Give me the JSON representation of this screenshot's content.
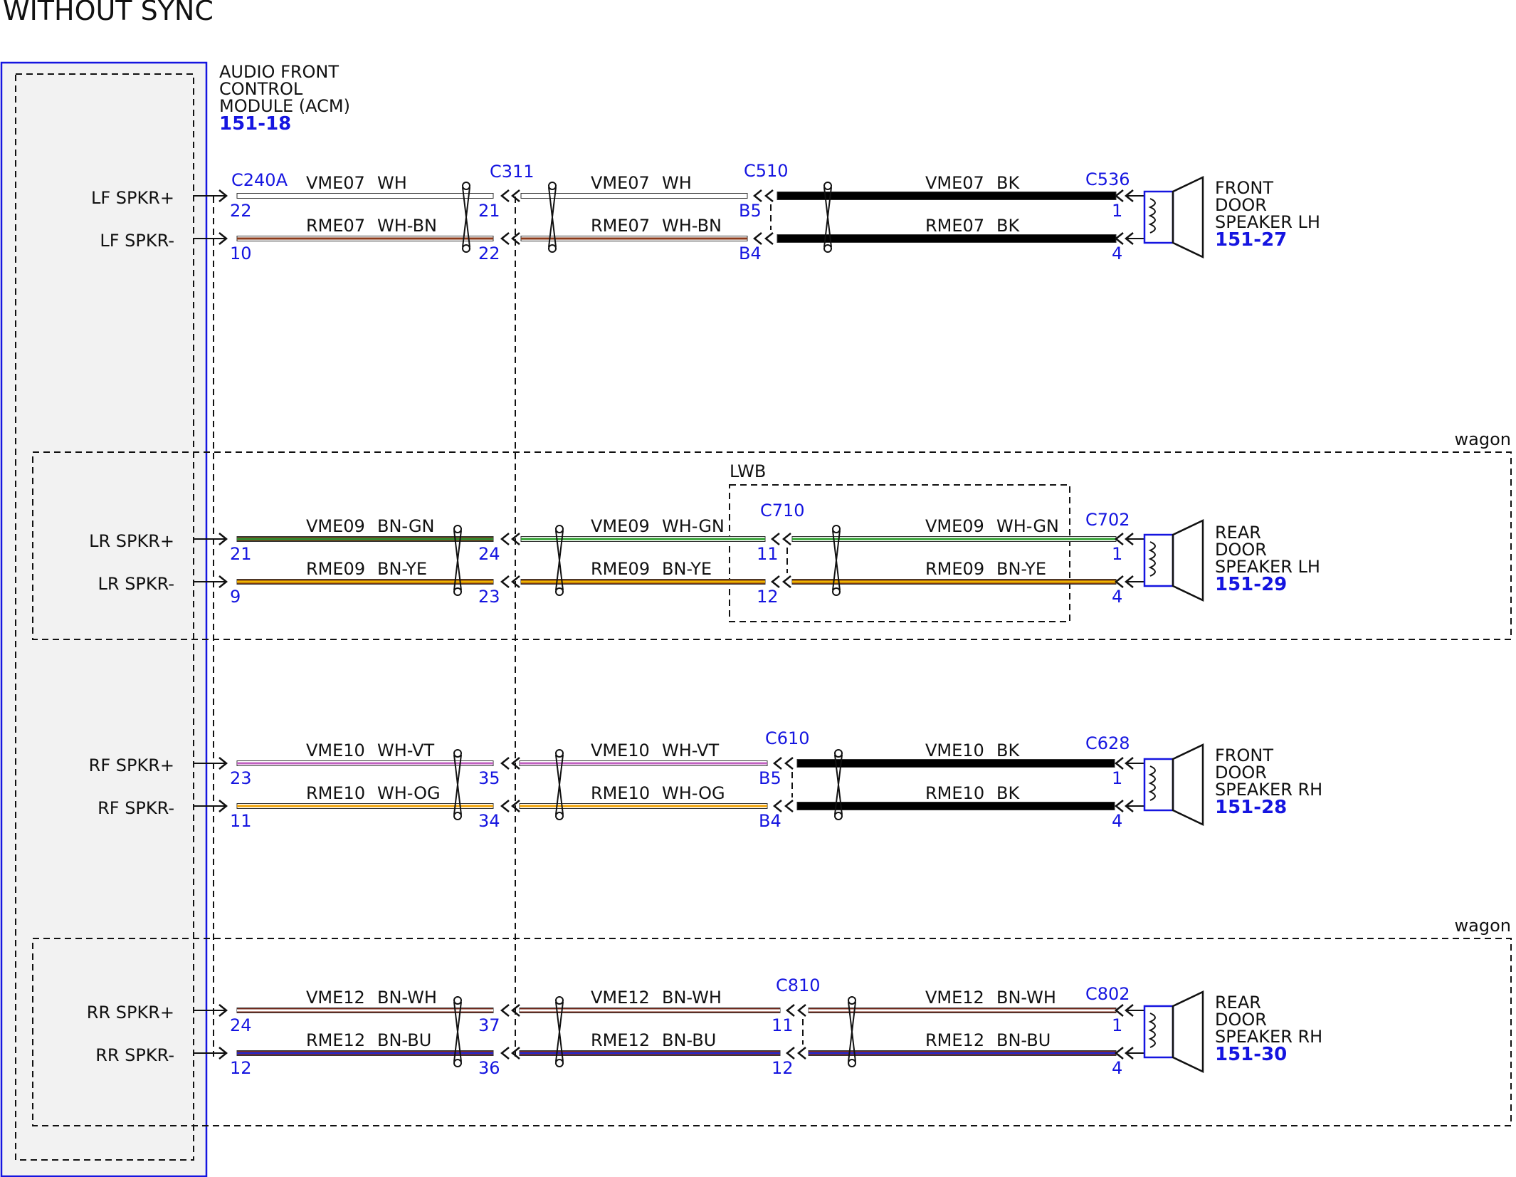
{
  "title": "WITHOUT SYNC",
  "module": {
    "lines": [
      "AUDIO FRONT",
      "CONTROL",
      "MODULE (ACM)"
    ],
    "ref": "151-18",
    "connector": "C240A"
  },
  "regions": [
    {
      "label": "wagon",
      "group": 1
    },
    {
      "label": "LWB",
      "group": 1
    },
    {
      "label": "wagon",
      "group": 3
    }
  ],
  "groups": [
    {
      "connectors": {
        "c311": "C311",
        "mid": "C510",
        "end": "C536"
      },
      "speaker": {
        "lines": [
          "FRONT",
          "DOOR",
          "SPEAKER LH"
        ],
        "ref": "151-27"
      },
      "circuits": [
        {
          "signal": "LF SPKR+",
          "pins": [
            "22",
            "21",
            "B5",
            "1"
          ],
          "seg": [
            {
              "circuit": "VME07",
              "color": "WH"
            },
            {
              "circuit": "VME07",
              "color": "WH"
            },
            {
              "circuit": "VME07",
              "color": "BK"
            }
          ],
          "wire_colors": [
            [
              "#ffffff"
            ],
            [
              "#ffffff"
            ],
            [
              "#000000"
            ]
          ]
        },
        {
          "signal": "LF SPKR-",
          "pins": [
            "10",
            "22",
            "B4",
            "4"
          ],
          "seg": [
            {
              "circuit": "RME07",
              "color": "WH-BN"
            },
            {
              "circuit": "RME07",
              "color": "WH-BN"
            },
            {
              "circuit": "RME07",
              "color": "BK"
            }
          ],
          "wire_colors": [
            [
              "#ffffff",
              "#8b3a1a"
            ],
            [
              "#ffffff",
              "#8b3a1a"
            ],
            [
              "#000000"
            ]
          ]
        }
      ]
    },
    {
      "connectors": {
        "c311": "",
        "mid": "C710",
        "end": "C702"
      },
      "speaker": {
        "lines": [
          "REAR",
          "DOOR",
          "SPEAKER LH"
        ],
        "ref": "151-29"
      },
      "circuits": [
        {
          "signal": "LR SPKR+",
          "pins": [
            "21",
            "24",
            "11",
            "1"
          ],
          "seg": [
            {
              "circuit": "VME09",
              "color": "BN-GN"
            },
            {
              "circuit": "VME09",
              "color": "WH-GN"
            },
            {
              "circuit": "VME09",
              "color": "WH-GN"
            }
          ],
          "wire_colors": [
            [
              "#6b3a1f",
              "#2f8f2f"
            ],
            [
              "#ffffff",
              "#2f9f2f"
            ],
            [
              "#ffffff",
              "#2f9f2f"
            ]
          ]
        },
        {
          "signal": "LR SPKR-",
          "pins": [
            "9",
            "23",
            "12",
            "4"
          ],
          "seg": [
            {
              "circuit": "RME09",
              "color": "BN-YE"
            },
            {
              "circuit": "RME09",
              "color": "BN-YE"
            },
            {
              "circuit": "RME09",
              "color": "BN-YE"
            }
          ],
          "wire_colors": [
            [
              "#7a3a10",
              "#f0b400"
            ],
            [
              "#7a3a10",
              "#f0b400"
            ],
            [
              "#7a3a10",
              "#f0b400"
            ]
          ]
        }
      ]
    },
    {
      "connectors": {
        "c311": "",
        "mid": "C610",
        "end": "C628"
      },
      "speaker": {
        "lines": [
          "FRONT",
          "DOOR",
          "SPEAKER RH"
        ],
        "ref": "151-28"
      },
      "circuits": [
        {
          "signal": "RF SPKR+",
          "pins": [
            "23",
            "35",
            "B5",
            "1"
          ],
          "seg": [
            {
              "circuit": "VME10",
              "color": "WH-VT"
            },
            {
              "circuit": "VME10",
              "color": "WH-VT"
            },
            {
              "circuit": "VME10",
              "color": "BK"
            }
          ],
          "wire_colors": [
            [
              "#ffffff",
              "#c060c0"
            ],
            [
              "#ffffff",
              "#c060c0"
            ],
            [
              "#000000"
            ]
          ]
        },
        {
          "signal": "RF SPKR-",
          "pins": [
            "11",
            "34",
            "B4",
            "4"
          ],
          "seg": [
            {
              "circuit": "RME10",
              "color": "WH-OG"
            },
            {
              "circuit": "RME10",
              "color": "WH-OG"
            },
            {
              "circuit": "RME10",
              "color": "BK"
            }
          ],
          "wire_colors": [
            [
              "#ffffff",
              "#f0a000"
            ],
            [
              "#ffffff",
              "#f0a000"
            ],
            [
              "#000000"
            ]
          ]
        }
      ]
    },
    {
      "connectors": {
        "c311": "",
        "mid": "C810",
        "end": "C802"
      },
      "speaker": {
        "lines": [
          "REAR",
          "DOOR",
          "SPEAKER RH"
        ],
        "ref": "151-30"
      },
      "circuits": [
        {
          "signal": "RR SPKR+",
          "pins": [
            "24",
            "37",
            "11",
            "1"
          ],
          "seg": [
            {
              "circuit": "VME12",
              "color": "BN-WH"
            },
            {
              "circuit": "VME12",
              "color": "BN-WH"
            },
            {
              "circuit": "VME12",
              "color": "BN-WH"
            }
          ],
          "wire_colors": [
            [
              "#7a2a1a",
              "#ffffff"
            ],
            [
              "#7a2a1a",
              "#ffffff"
            ],
            [
              "#7a2a1a",
              "#ffffff"
            ]
          ]
        },
        {
          "signal": "RR SPKR-",
          "pins": [
            "12",
            "36",
            "12",
            "4"
          ],
          "seg": [
            {
              "circuit": "RME12",
              "color": "BN-BU"
            },
            {
              "circuit": "RME12",
              "color": "BN-BU"
            },
            {
              "circuit": "RME12",
              "color": "BN-BU"
            }
          ],
          "wire_colors": [
            [
              "#7a2a1a",
              "#2828c8"
            ],
            [
              "#7a2a1a",
              "#2828c8"
            ],
            [
              "#7a2a1a",
              "#2828c8"
            ]
          ]
        }
      ]
    }
  ],
  "colors": {
    "connector_blue": "#1515e0",
    "module_fill": "#f2f2f2",
    "text": "#111111"
  }
}
